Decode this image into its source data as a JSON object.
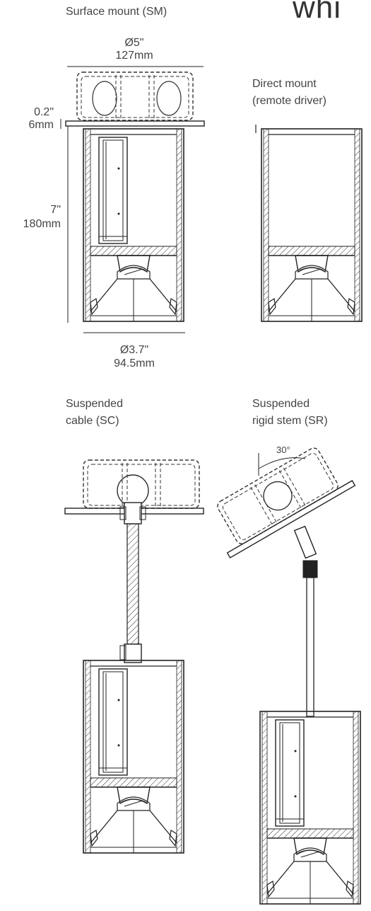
{
  "header": {
    "partial_word": "whi"
  },
  "sections": {
    "surface_mount": {
      "title": "Surface mount (SM)"
    },
    "direct_mount": {
      "line1": "Direct mount",
      "line2": "(remote driver)"
    },
    "suspended_cable": {
      "line1": "Suspended",
      "line2": "cable (SC)"
    },
    "suspended_rigid": {
      "line1": "Suspended",
      "line2": "rigid stem (SR)"
    }
  },
  "dimensions": {
    "top_diameter": {
      "imperial": "Ø5\"",
      "metric": "127mm"
    },
    "plate_thickness": {
      "imperial": "0.2\"",
      "metric": "6mm"
    },
    "height": {
      "imperial": "7\"",
      "metric": "180mm"
    },
    "bottom_diameter": {
      "imperial": "Ø3.7\"",
      "metric": "94.5mm"
    },
    "tilt_angle": "30°"
  }
}
